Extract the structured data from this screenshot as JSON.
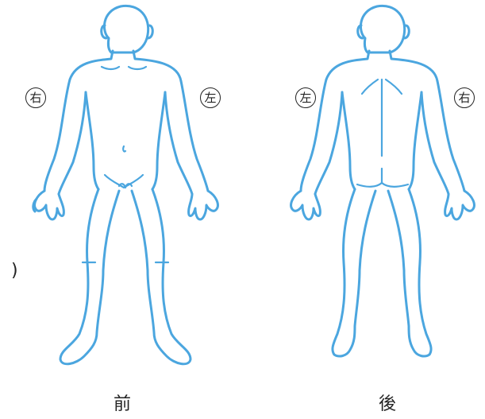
{
  "front_view": {
    "label": "前",
    "side_left_marker": "右",
    "side_right_marker": "左"
  },
  "back_view": {
    "label": "後",
    "side_left_marker": "左",
    "side_right_marker": "右"
  },
  "stray_paren": ")",
  "colors": {
    "outline": "#4ba6df",
    "text": "#222222"
  }
}
